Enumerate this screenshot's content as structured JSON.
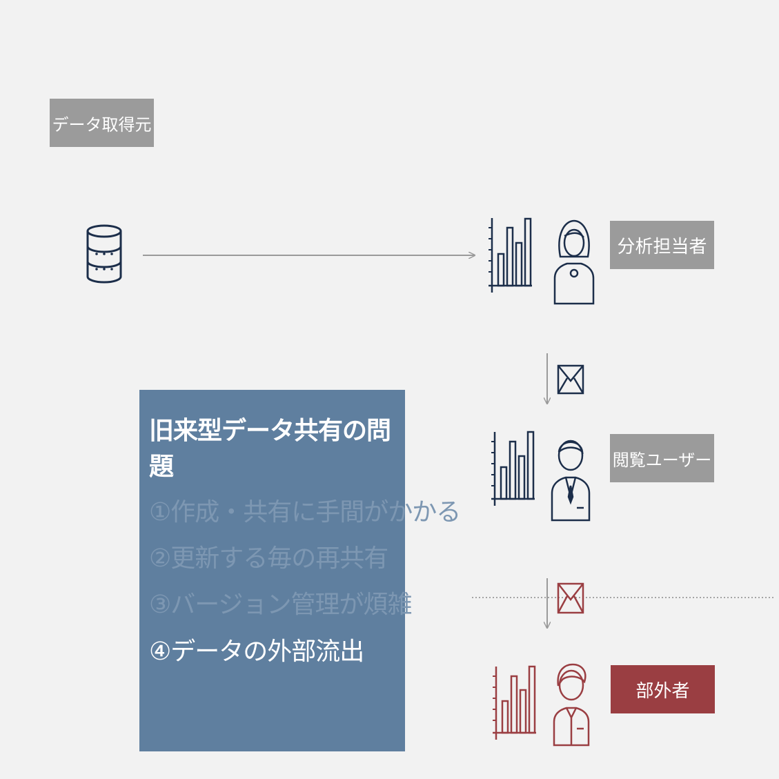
{
  "labels": {
    "source": "データ取得元",
    "analyst": "分析担当者",
    "viewer": "閲覧ユーザー",
    "outsider": "部外者"
  },
  "problem_box": {
    "title": "旧来型データ共有の問題",
    "items": [
      {
        "text": "①作成・共有に手間がかかる",
        "highlighted": false
      },
      {
        "text": "②更新する毎の再共有",
        "highlighted": false
      },
      {
        "text": "③バージョン管理が煩雑",
        "highlighted": false
      },
      {
        "text": "④データの外部流出",
        "highlighted": true
      }
    ]
  },
  "icons": {
    "database": "database-icon",
    "chart": "bar-chart-icon",
    "mail": "mail-icon",
    "person_female": "person-female-icon",
    "person_business": "person-business-icon",
    "person_male": "person-male-icon"
  },
  "colors": {
    "navy": "#1c2e4a",
    "red": "#9a3e42",
    "gray_label": "#9b9b9b",
    "problem_bg": "#5f7f9f"
  }
}
